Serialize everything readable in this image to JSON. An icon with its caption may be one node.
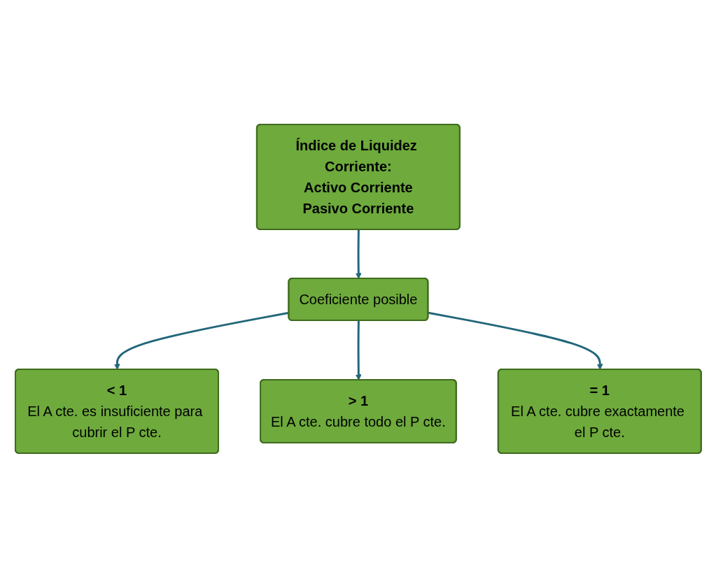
{
  "diagram": {
    "nodes": [
      {
        "text": [
          "Índice de Liquidez Corriente:",
          "Activo Corriente",
          "Pasivo Corriente"
        ]
      },
      {
        "text": [
          "Coeficiente posible"
        ]
      },
      {
        "text": [
          "< 1",
          "El A cte. es insuficiente para cubrir el P cte."
        ]
      },
      {
        "text": [
          "> 1",
          "El A cte. cubre todo el P cte."
        ]
      },
      {
        "text": [
          "= 1",
          "El A cte. cubre exactamente el P cte."
        ]
      }
    ],
    "edges": [
      {
        "from": 0,
        "to": 1,
        "arrow": "to"
      },
      {
        "from": 1,
        "to": 2,
        "arrow": "to"
      },
      {
        "from": 1,
        "to": 3,
        "arrow": "to"
      },
      {
        "from": 1,
        "to": 4,
        "arrow": "to"
      }
    ]
  }
}
